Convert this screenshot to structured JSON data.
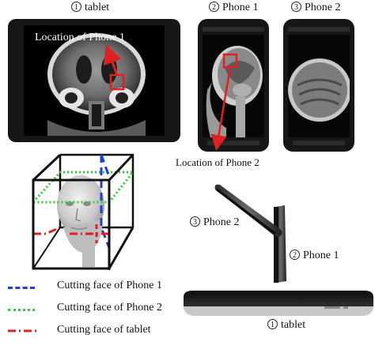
{
  "captions": {
    "tablet_top": {
      "num": "1",
      "label": "tablet"
    },
    "phone1_top": {
      "num": "2",
      "label": "Phone 1"
    },
    "phone2_top": {
      "num": "3",
      "label": "Phone 2"
    },
    "phone2_side": {
      "num": "3",
      "label": "Phone 2"
    },
    "phone1_side": {
      "num": "2",
      "label": "Phone 1"
    },
    "tablet_bottom": {
      "num": "1",
      "label": "tablet"
    }
  },
  "annotations": {
    "location_phone1": "Location of Phone 1",
    "location_phone2": "Location of Phone 2"
  },
  "legend": [
    {
      "label": "Cutting face of Phone 1",
      "color": "#1f3fd6",
      "style": "dashed"
    },
    {
      "label": "Cutting face of Phone 2",
      "color": "#2ecc40",
      "style": "dotted"
    },
    {
      "label": "Cutting face of tablet",
      "color": "#e02020",
      "style": "dash-dot"
    }
  ],
  "colors": {
    "marker": "#e02020",
    "device_body": "#161616"
  }
}
